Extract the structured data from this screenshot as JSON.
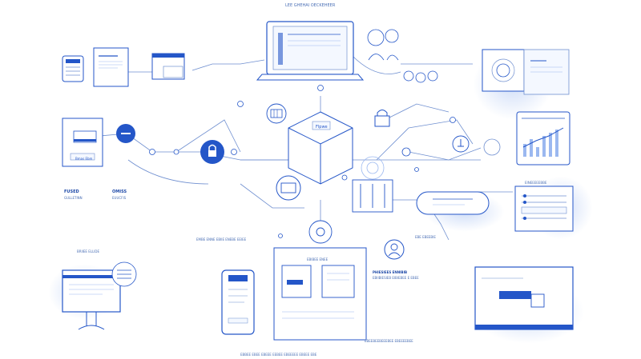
{
  "header": {
    "title": "LEE GHEHAI OECKEHEER"
  },
  "footer": {
    "caption": ""
  },
  "colors": {
    "line": "#6f8fd0",
    "accent": "#2456c8",
    "glow": "#9bb8f0",
    "panel_fill": "#f4f8ff"
  },
  "icons": [
    "server-icon",
    "document-icon",
    "browser-window-icon",
    "laptop-icon",
    "people-cluster-icon",
    "terminal-window-icon",
    "user-login-icon",
    "lock-icon",
    "database-icon",
    "cloud-cube-icon",
    "chart-panel-icon",
    "settings-panel-icon",
    "desktop-monitor-icon",
    "smartphone-icon",
    "email-doc-icon",
    "tablet-dashboard-icon",
    "user-avatar-icon",
    "hand-pointer-icon",
    "gear-icon"
  ],
  "labels": {
    "cube_label": "Flpwe",
    "left_block_title": "FUSED",
    "left_block_title2": "OMISS",
    "left_block_sub": "GULLETINN",
    "left_block_sub2": "EUUCFIS",
    "bottom_left_caption": "BRIIEE  ELLIDE",
    "mid_caption": "EMBE  ENNE  EBIIE  ENEBE  EEIEE",
    "center_panel_title": "EBIBEE ENEE",
    "right_text_title": "PHIESIEES  ENNIBIB",
    "right_text_sub": "EBIIBIESIEB  EIBIEBEE  E  EBEE",
    "chart_caption": "EINEEEEEBBE",
    "right_mid_caption": "EBE  EBEEBIE",
    "bottom_caption": "EBBEE  EBEE  EBEEE  EEBEE  EBEEEEE  EBEEE  EBE",
    "bottom_right_caption": "EBEEBEEBEEEBEE  EBEEEEBEE",
    "login_button": "Bmas Ebm"
  }
}
